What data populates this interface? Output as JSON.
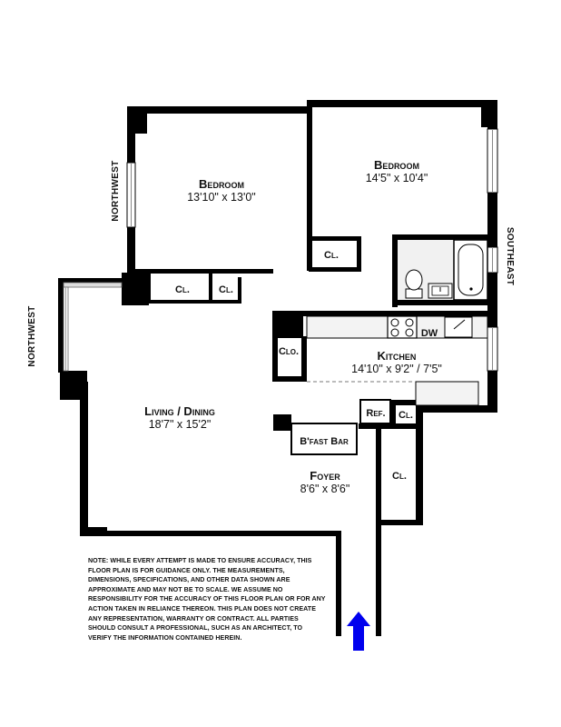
{
  "rooms": {
    "bedroom1": {
      "name": "Bedroom",
      "dims": "13'10\"  x  13'0\""
    },
    "bedroom2": {
      "name": "Bedroom",
      "dims": "14'5\"  x  10'4\""
    },
    "living": {
      "name": "Living / Dining",
      "dims": "18'7\"  x  15'2\""
    },
    "kitchen": {
      "name": "Kitchen",
      "dims": "14'10\"  x  9'2\"  /  7'5\""
    },
    "foyer": {
      "name": "Foyer",
      "dims": "8'6\"  x  8'6\""
    }
  },
  "labels": {
    "closet": "Cl.",
    "coat_closet": "Clo.",
    "refrigerator": "Ref.",
    "dishwasher": "DW",
    "breakfast_bar": "B'fast Bar"
  },
  "orientation": {
    "northwest": "NORTHWEST",
    "southeast": "SOUTHEAST"
  },
  "note": "Note: While every attempt is made to ensure accuracy, this floor plan is for guidance only. The measurements, dimensions, specifications, and other data shown are approximate and may not be to scale. We assume no responsibility for the accuracy of this floor plan or for any action taken in reliance thereon. This plan does not create any representation, warranty or contract. All parties should consult a professional, such as an architect, to verify the information contained herein.",
  "colors": {
    "entry_arrow": "#0000ee",
    "wall": "#000000"
  },
  "icons": {
    "entry": "entry-arrow-icon"
  }
}
